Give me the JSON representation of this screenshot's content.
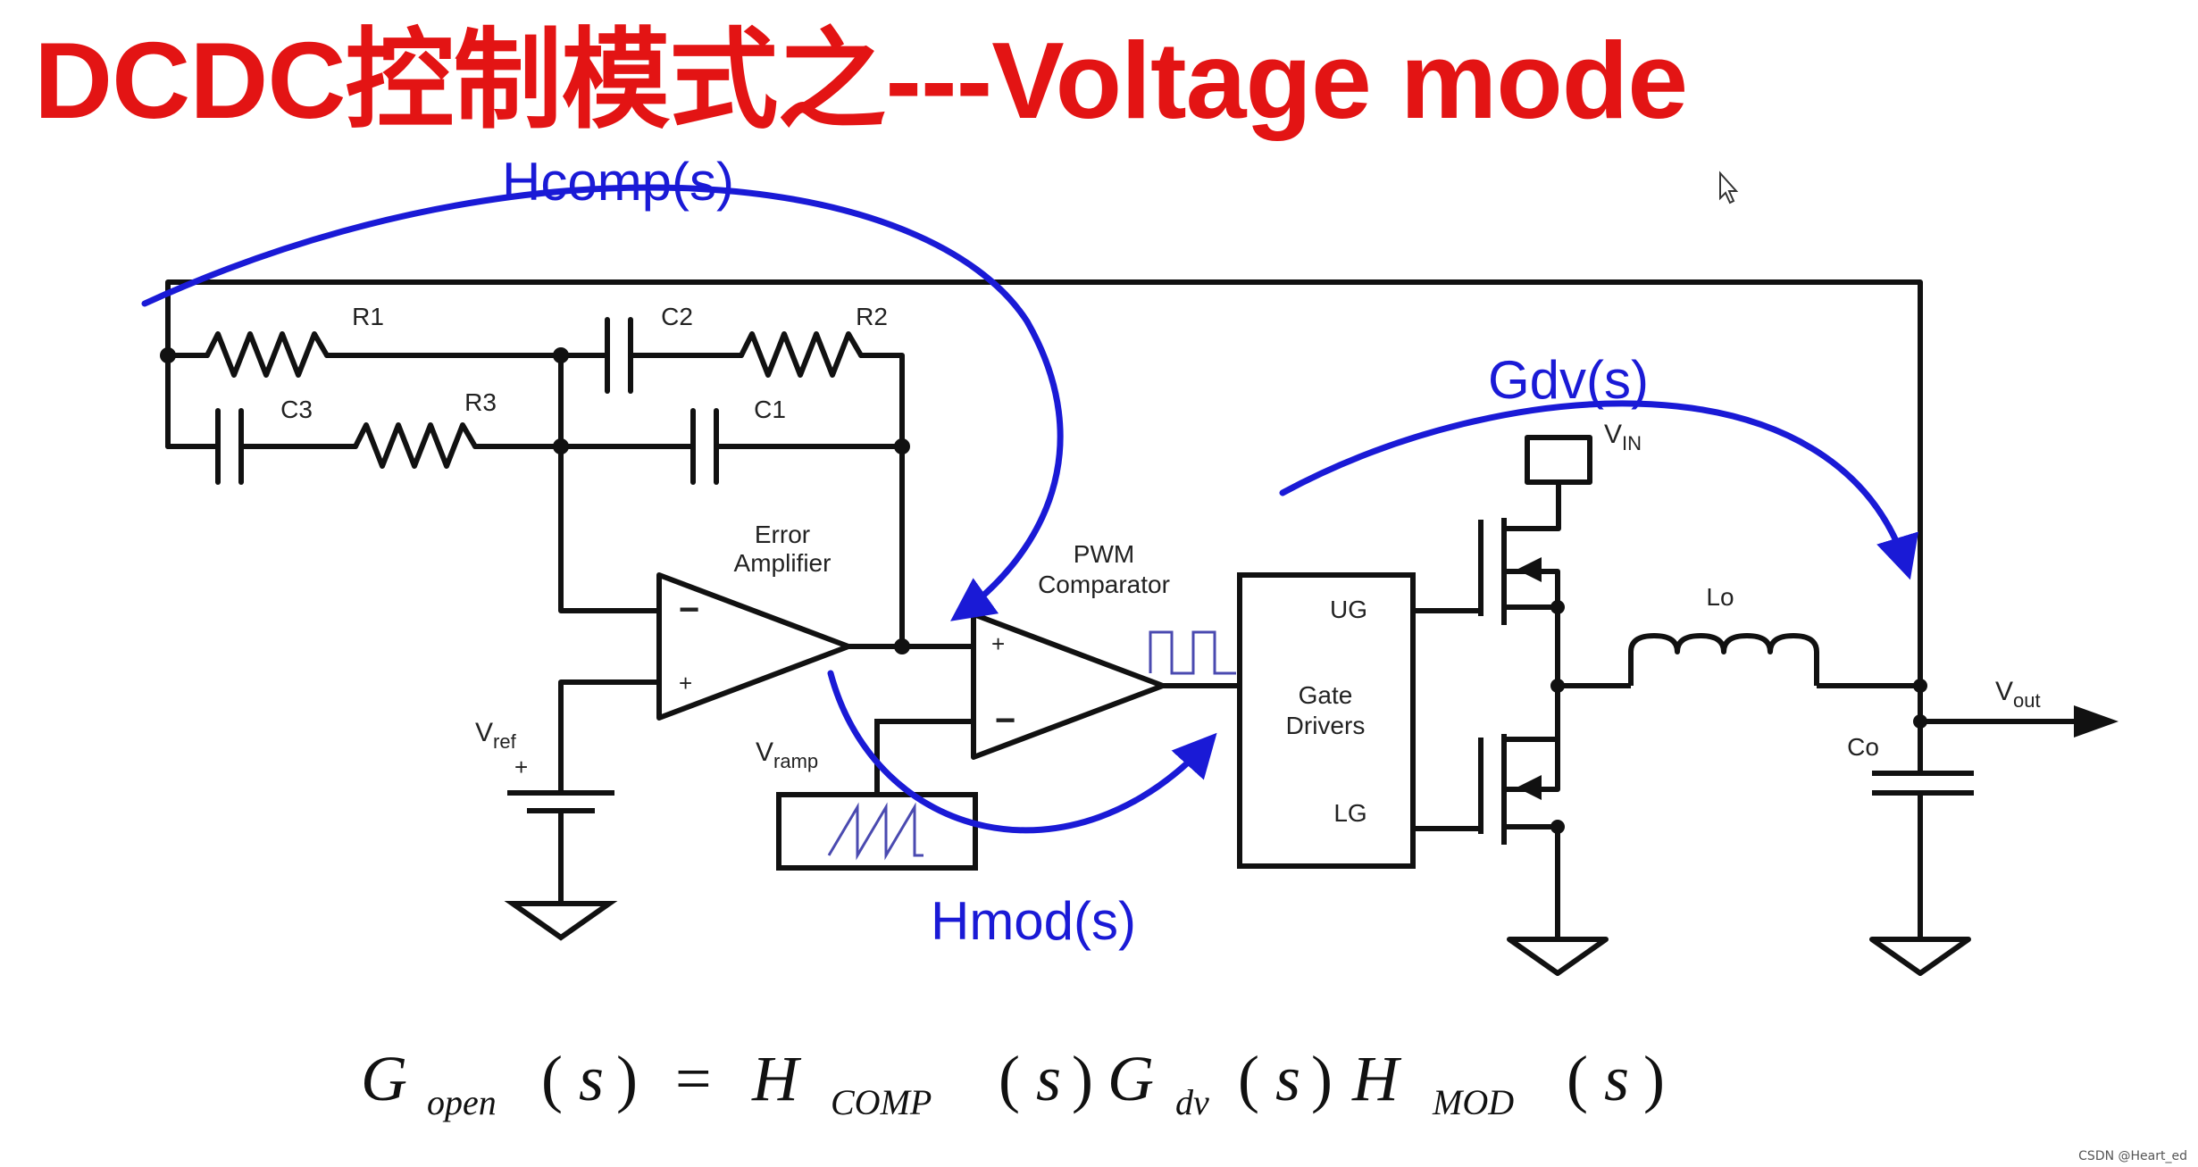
{
  "title": "DCDC控制模式之---Voltage mode",
  "watermark": "CSDN @Heart_ed",
  "colors": {
    "title": "#e31414",
    "annotation": "#1a1ad6",
    "wire": "#111111"
  },
  "annotations": {
    "hcomp": "Hcomp(s)",
    "gdv": "Gdv(s)",
    "hmod": "Hmod(s)"
  },
  "components": {
    "r1": "R1",
    "r2": "R2",
    "r3": "R3",
    "c1": "C1",
    "c2": "C2",
    "c3": "C3",
    "lo": "Lo",
    "co": "Co",
    "error_amp_line1": "Error",
    "error_amp_line2": "Amplifier",
    "pwm_line1": "PWM",
    "pwm_line2": "Comparator",
    "gate_line1": "Gate",
    "gate_line2": "Drivers",
    "ug": "UG",
    "lg": "LG",
    "vref_main": "V",
    "vref_sub": "ref",
    "vramp_main": "V",
    "vramp_sub": "ramp",
    "vin_main": "V",
    "vin_sub": "IN",
    "vout_main": "V",
    "vout_sub": "out",
    "plus": "+",
    "minus": "−"
  },
  "formula": {
    "g": "G",
    "open": "open",
    "s": "s",
    "lparen": "(",
    "rparen": ")",
    "eq": "=",
    "h": "H",
    "comp": "COMP",
    "dv": "dv",
    "mod": "MOD"
  }
}
